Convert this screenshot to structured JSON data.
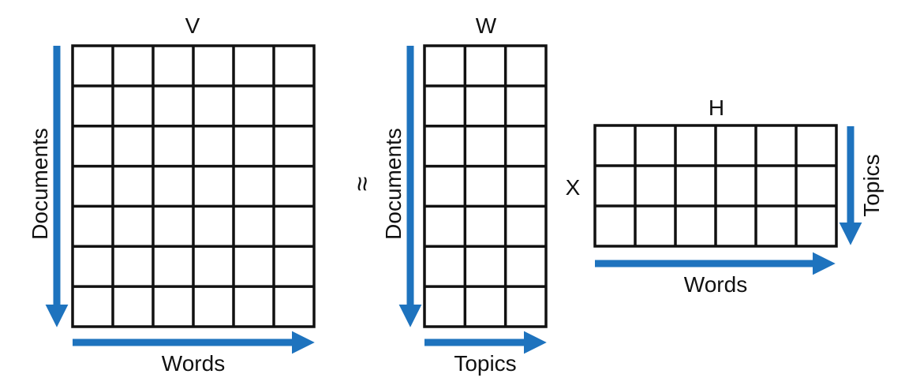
{
  "colors": {
    "arrow": "#1e73be",
    "grid": "#111111",
    "text": "#111111"
  },
  "matrices": {
    "v": {
      "title": "V",
      "rows": 7,
      "cols": 6,
      "row_label": "Documents",
      "col_label": "Words"
    },
    "w": {
      "title": "W",
      "rows": 7,
      "cols": 3,
      "row_label": "Documents",
      "col_label": "Topics"
    },
    "h": {
      "title": "H",
      "rows": 3,
      "cols": 6,
      "row_label": "Topics",
      "col_label": "Words"
    }
  },
  "operators": {
    "approx": "≈",
    "times": "X"
  }
}
